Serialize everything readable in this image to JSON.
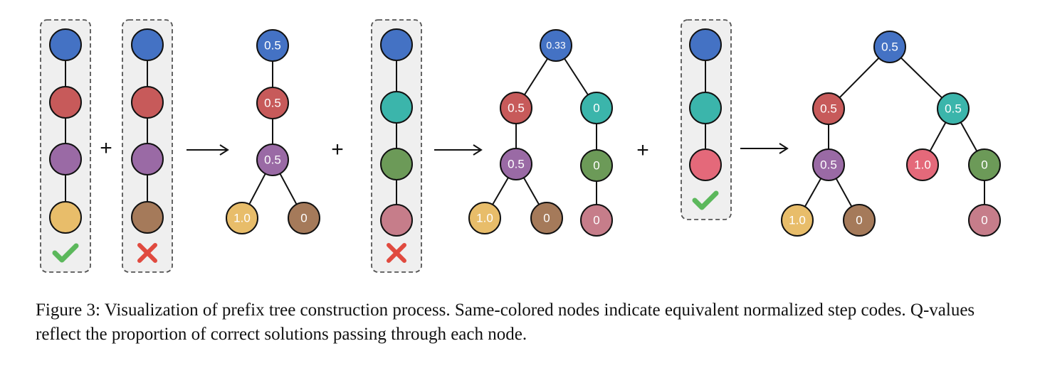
{
  "colors": {
    "blue": "#4472c4",
    "red": "#c75a5a",
    "purple": "#9a6aa5",
    "yellow": "#e8bd6a",
    "brown": "#a57a5a",
    "teal": "#3bb5ab",
    "green": "#6c9a58",
    "pink": "#c67d8a",
    "coral": "#e4697a",
    "panel_bg": "#efefef",
    "check": "#5cb85c",
    "cross": "#e04a3f"
  },
  "paths": [
    {
      "name": "path-1",
      "nodes": [
        "blue",
        "red",
        "purple",
        "yellow"
      ],
      "result": "correct",
      "result_icon": "check-icon"
    },
    {
      "name": "path-2",
      "nodes": [
        "blue",
        "red",
        "purple",
        "brown"
      ],
      "result": "incorrect",
      "result_icon": "cross-icon"
    },
    {
      "name": "path-3",
      "nodes": [
        "blue",
        "teal",
        "green",
        "pink"
      ],
      "result": "incorrect",
      "result_icon": "cross-icon"
    },
    {
      "name": "path-4",
      "nodes": [
        "blue",
        "teal",
        "coral"
      ],
      "result": "correct",
      "result_icon": "check-icon"
    }
  ],
  "operators": {
    "plus": "+",
    "arrow": "arrow-right-icon"
  },
  "trees": [
    {
      "name": "tree-1",
      "nodes": [
        {
          "color": "blue",
          "q": "0.5"
        },
        {
          "color": "red",
          "q": "0.5"
        },
        {
          "color": "purple",
          "q": "0.5"
        },
        {
          "color": "yellow",
          "q": "1.0"
        },
        {
          "color": "brown",
          "q": "0"
        }
      ]
    },
    {
      "name": "tree-2",
      "nodes": [
        {
          "color": "blue",
          "q": "0.33"
        },
        {
          "color": "red",
          "q": "0.5"
        },
        {
          "color": "teal",
          "q": "0"
        },
        {
          "color": "purple",
          "q": "0.5"
        },
        {
          "color": "green",
          "q": "0"
        },
        {
          "color": "yellow",
          "q": "1.0"
        },
        {
          "color": "brown",
          "q": "0"
        },
        {
          "color": "pink",
          "q": "0"
        }
      ]
    },
    {
      "name": "tree-3",
      "nodes": [
        {
          "color": "blue",
          "q": "0.5"
        },
        {
          "color": "red",
          "q": "0.5"
        },
        {
          "color": "teal",
          "q": "0.5"
        },
        {
          "color": "purple",
          "q": "0.5"
        },
        {
          "color": "coral",
          "q": "1.0"
        },
        {
          "color": "green",
          "q": "0"
        },
        {
          "color": "yellow",
          "q": "1.0"
        },
        {
          "color": "brown",
          "q": "0"
        },
        {
          "color": "pink",
          "q": "0"
        }
      ]
    }
  ],
  "caption": "Figure 3: Visualization of prefix tree construction process. Same-colored nodes indicate equivalent normalized step codes. Q-values reflect the proportion of correct solutions passing through each node."
}
